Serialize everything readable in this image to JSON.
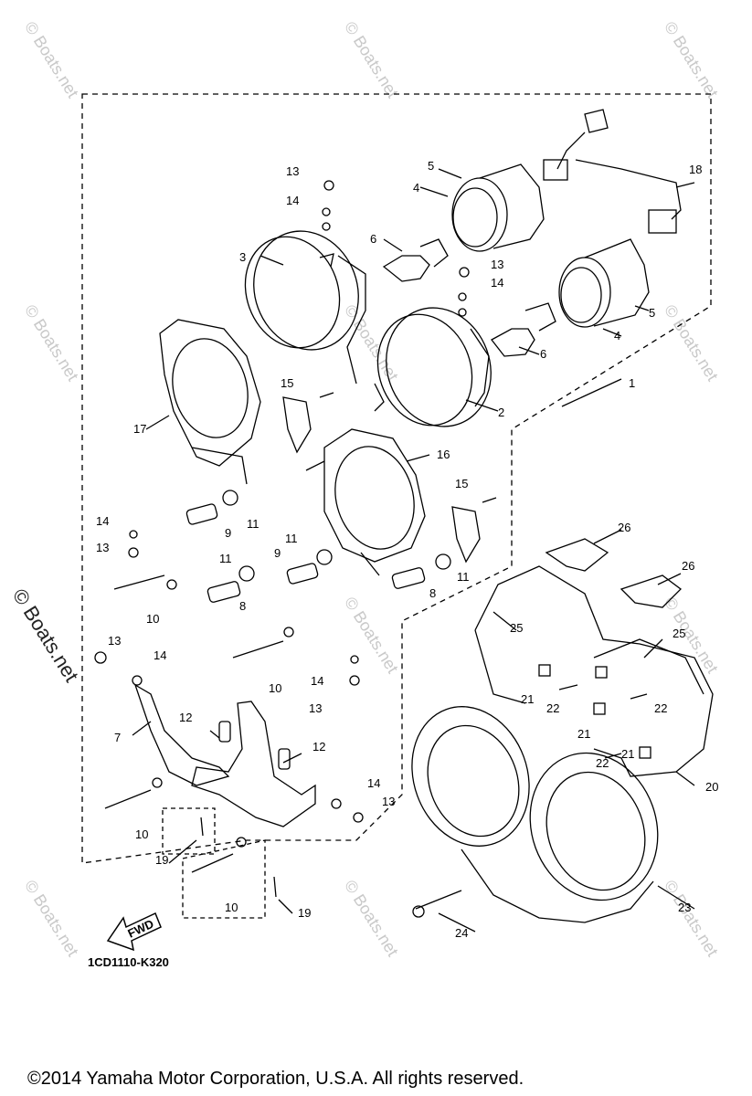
{
  "callouts": [
    "1",
    "2",
    "3",
    "4",
    "5",
    "6",
    "7",
    "8",
    "9",
    "10",
    "11",
    "12",
    "13",
    "14",
    "15",
    "16",
    "17",
    "18",
    "19",
    "20",
    "21",
    "22",
    "23",
    "24",
    "25",
    "26"
  ],
  "watermark": "© Boats.net",
  "direction_label": "FWD",
  "diagram_code": "1CD1110-K320",
  "copyright": "©2014 Yamaha Motor Corporation, U.S.A. All rights reserved."
}
